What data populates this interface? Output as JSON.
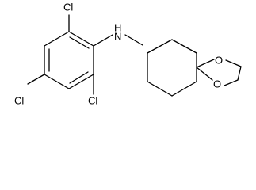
{
  "molecule": {
    "atom_labels": {
      "cl_top": "Cl",
      "cl_left": "Cl",
      "cl_bottom": "Cl",
      "nh": "N",
      "nh_h": "H",
      "o_top": "O",
      "o_bottom": "O"
    },
    "colors": {
      "bond": "#000000",
      "background": "#ffffff"
    }
  }
}
